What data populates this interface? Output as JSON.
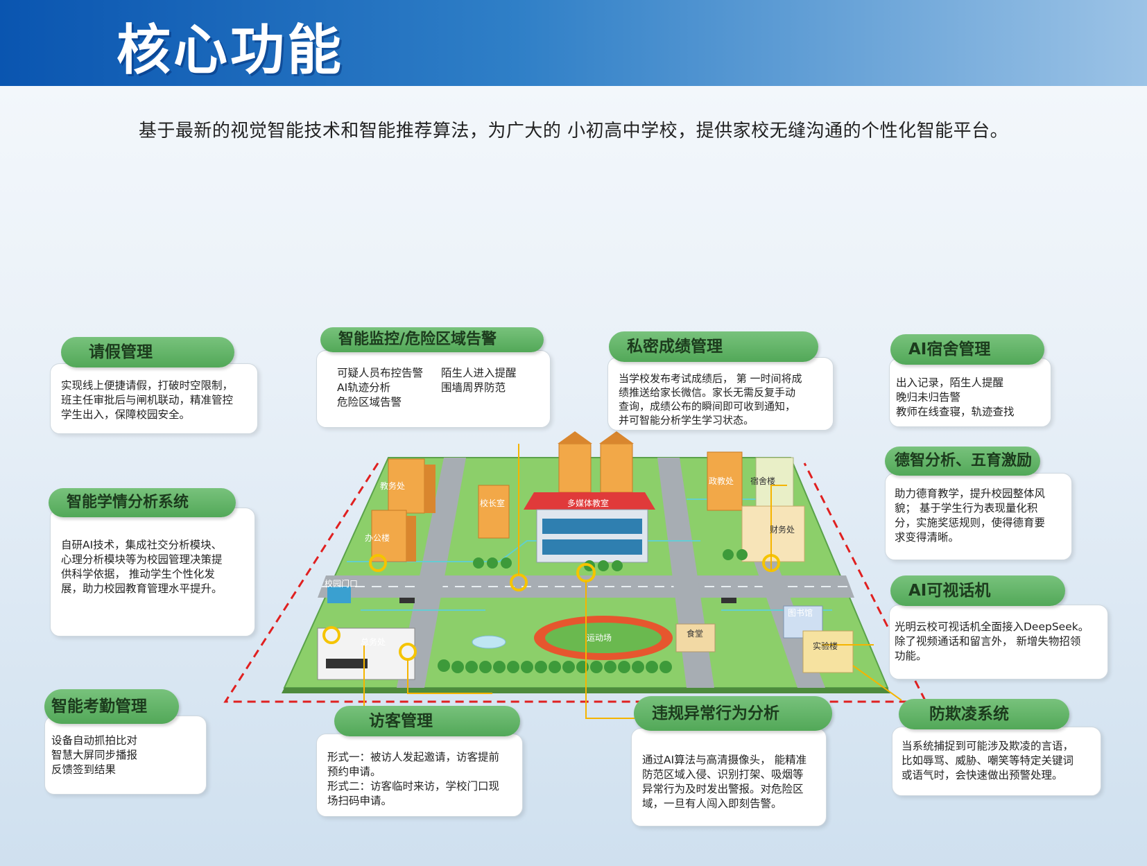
{
  "header": {
    "title": "核心功能"
  },
  "subtitle": "基于最新的视觉智能技术和智能推荐算法，为广大的 小初高中学校，提供家校无缝沟通的个性化智能平台。",
  "colors": {
    "header_blue": "#0a55b0",
    "tab_green": "#5fb164",
    "alert_red": "#e02020"
  },
  "features": {
    "leave": {
      "title": "请假管理",
      "lines": [
        "实现线上便捷请假，打破时空限制，",
        "班主任审批后与闸机联动，精准管控",
        "学生出入，保障校园安全。"
      ]
    },
    "monitor": {
      "title": "智能监控/危险区域告警",
      "col1": [
        "可疑人员布控告警",
        "AI轨迹分析",
        "危险区域告警"
      ],
      "col2": [
        "陌生人进入提醒",
        "围墙周界防范"
      ]
    },
    "scores": {
      "title": "私密成绩管理",
      "lines": [
        "当学校发布考试成绩后， 第 一时间将成",
        "绩推送给家长微信。家长无需反复手动",
        "查询，成绩公布的瞬间即可收到通知，",
        "并可智能分析学生学习状态。"
      ]
    },
    "dorm": {
      "title": "AI宿舍管理",
      "lines": [
        "出入记录，陌生人提醒",
        "晚归未归告警",
        "教师在线查寝，轨迹查找"
      ]
    },
    "analysis": {
      "title": "智能学情分析系统",
      "lines": [
        "自研AI技术，集成社交分析模块、",
        "心理分析模块等为校园管理决策提",
        "供科学依据， 推动学生个性化发",
        "展，助力校园教育管理水平提升。"
      ]
    },
    "moral": {
      "title": "德智分析、五育激励",
      "lines": [
        "助力德育教学，提升校园整体风",
        "貌； 基于学生行为表现量化积",
        "分，实施奖惩规则，使得德育要",
        "求变得清晰。"
      ]
    },
    "phone": {
      "title": "AI可视话机",
      "lines": [
        "光明云校可视话机全面接入DeepSeek。",
        "除了视频通话和留言外， 新增失物招领",
        "功能。"
      ]
    },
    "attendance": {
      "title": "智能考勤管理",
      "lines": [
        "设备自动抓拍比对",
        "智慧大屏同步播报",
        "反馈签到结果"
      ]
    },
    "visitor": {
      "title": "访客管理",
      "lines": [
        "形式一：被访人发起邀请，访客提前",
        "预约申请。",
        "形式二：访客临时来访，学校门口现",
        "场扫码申请。"
      ]
    },
    "behavior": {
      "title": "违规异常行为分析",
      "lines": [
        "通过AI算法与高清摄像头， 能精准",
        "防范区域入侵、识别打架、吸烟等",
        "异常行为及时发出警报。对危险区",
        "域，一旦有人闯入即刻告警。"
      ]
    },
    "bully": {
      "title": "防欺凌系统",
      "lines": [
        "当系统捕捉到可能涉及欺凌的言语，",
        "比如辱骂、威胁、嘲笑等特定关键词",
        "或语气时，会快速做出预警处理。"
      ]
    }
  },
  "campus": {
    "labels": {
      "office_affairs": "教务处",
      "office": "办公楼",
      "principal": "校长室",
      "multimedia": "多媒体教室",
      "politics": "政教处",
      "dorm": "宿舍楼",
      "finance": "财务处",
      "gate": "校园门口",
      "general": "总务处",
      "field": "运动场",
      "canteen": "食堂",
      "library": "图书馆",
      "lab": "实验楼"
    }
  }
}
